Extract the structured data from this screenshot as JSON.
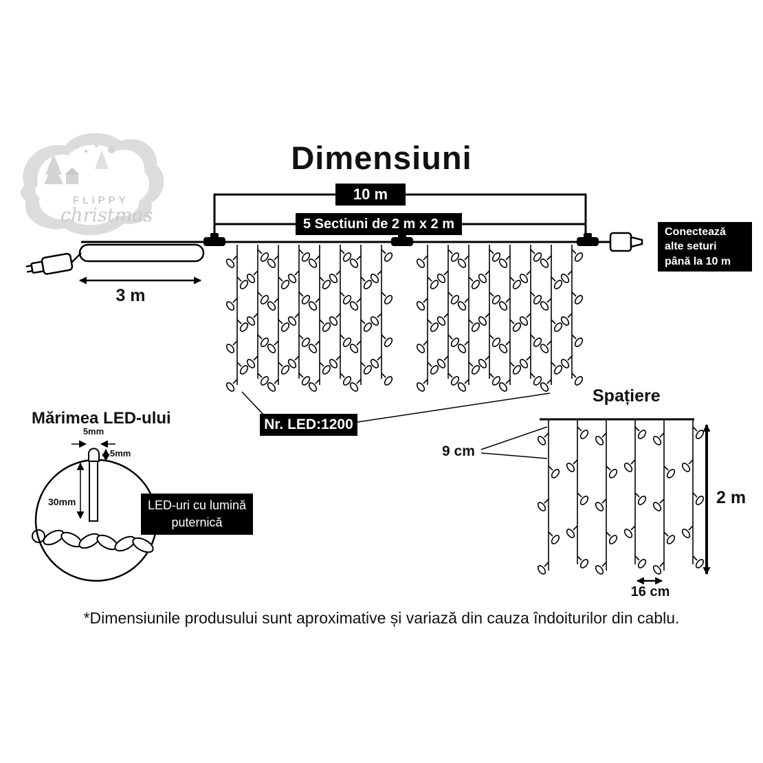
{
  "page": {
    "title": "Dimensiuni",
    "footer_note": "*Dimensiunile produsului sunt aproximative și variază din cauza îndoiturilor din cablu."
  },
  "logo": {
    "brand_top": "FLIPPY",
    "brand_script": "christmas"
  },
  "dimensions": {
    "total_width_label": "10 m",
    "sections_label": "5 Sectiuni de 2 m x 2 m",
    "lead_length_label": "3 m",
    "led_count_label": "Nr. LED:1200",
    "connect_note_lines": [
      "Conectează",
      "alte seturi",
      "până la 10 m"
    ]
  },
  "led_size": {
    "title": "Mărimea LED-ului",
    "bulb_width_label": "5mm",
    "bulb_cap_label": "5mm",
    "bulb_body_label": "30mm",
    "callout_lines": [
      "LED-uri cu lumină",
      "puternică"
    ]
  },
  "spacing": {
    "title": "Spațiere",
    "led_gap_label": "9 cm",
    "drop_height_label": "2 m",
    "string_gap_label": "16 cm"
  },
  "colors": {
    "ink": "#000000",
    "box_bg": "#000000",
    "box_text": "#ffffff",
    "background": "#ffffff",
    "logo_gray": "#c9c9c9"
  }
}
